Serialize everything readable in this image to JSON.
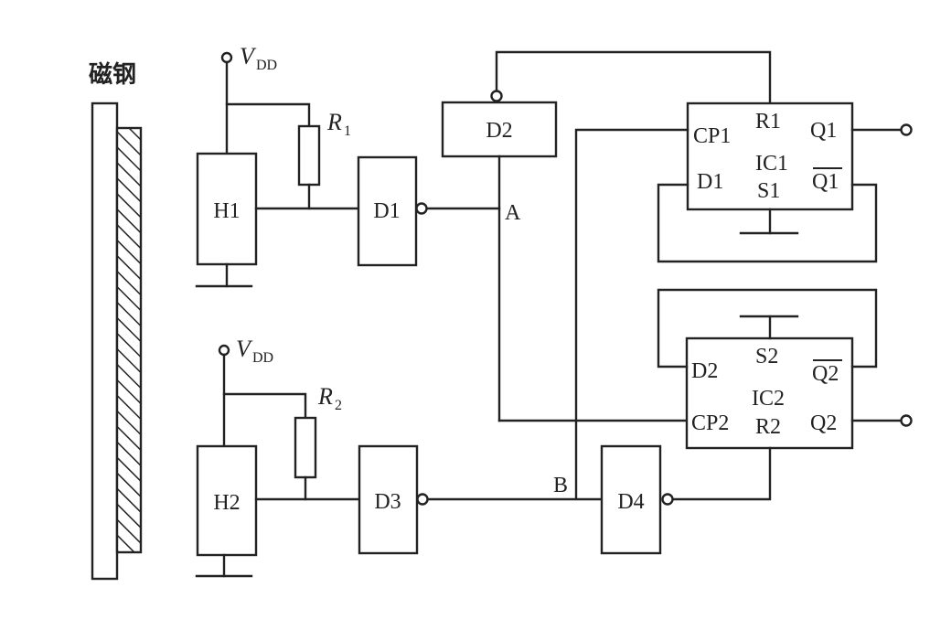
{
  "magnet": {
    "label": "磁钢"
  },
  "supply": {
    "v": "V",
    "sub": "DD"
  },
  "resistors": {
    "r1": "R",
    "r1_sub": "1",
    "r2": "R",
    "r2_sub": "2"
  },
  "sensors": {
    "h1": "H1",
    "h2": "H2"
  },
  "gates": {
    "d1": "D1",
    "d2": "D2",
    "d3": "D3",
    "d4": "D4"
  },
  "nodes": {
    "a": "A",
    "b": "B"
  },
  "ic1": {
    "cp": "CP1",
    "r": "R1",
    "q": "Q1",
    "d": "D1",
    "name": "IC1",
    "s": "S1",
    "qbar": "Q1"
  },
  "ic2": {
    "d": "D2",
    "s": "S2",
    "qbar": "Q2",
    "name": "IC2",
    "cp": "CP2",
    "r": "R2",
    "q": "Q2"
  }
}
